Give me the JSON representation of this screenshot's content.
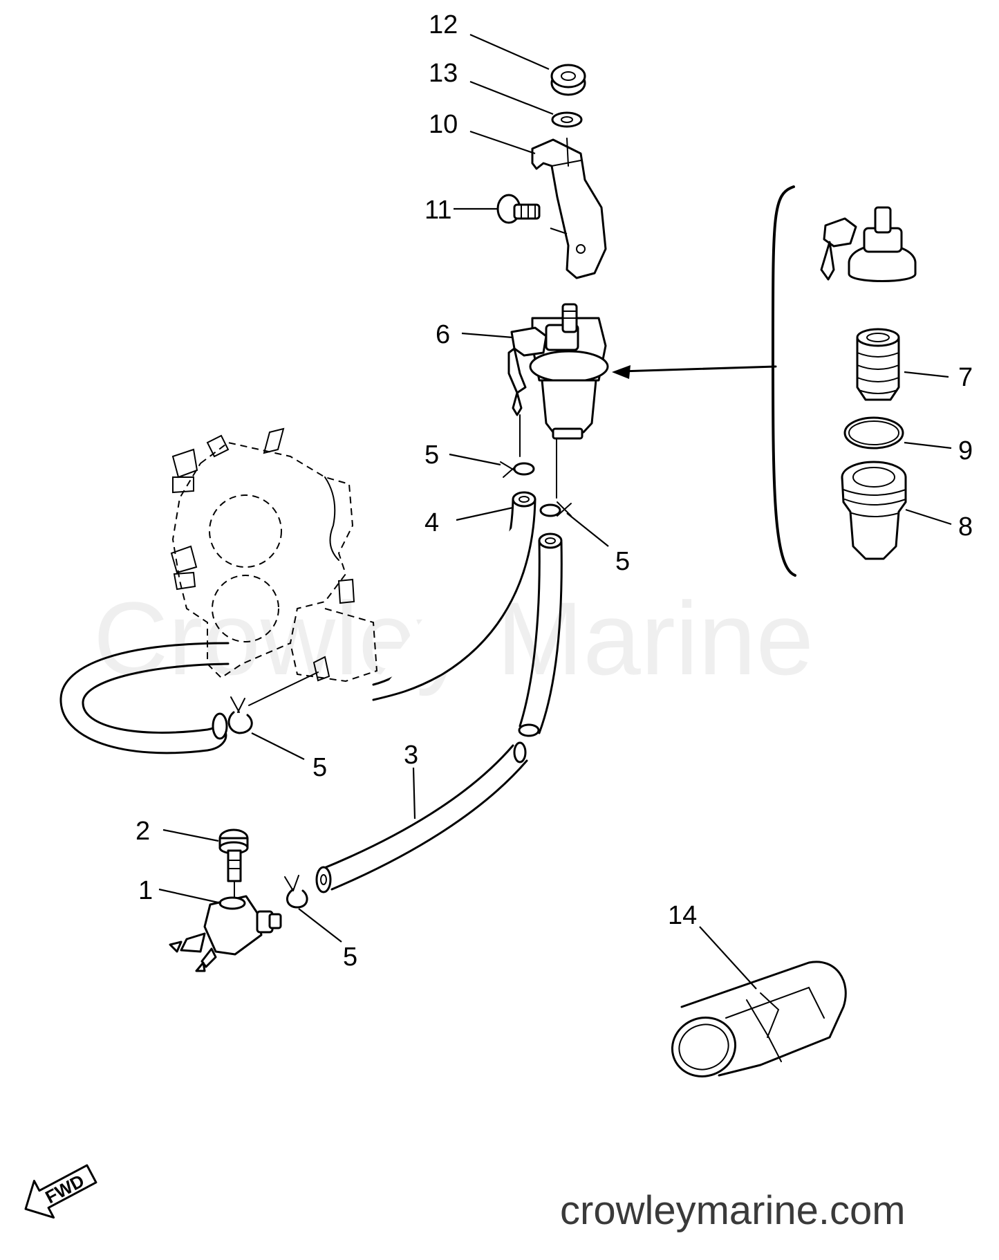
{
  "callouts": [
    {
      "id": "12",
      "label": "12"
    },
    {
      "id": "13",
      "label": "13"
    },
    {
      "id": "10",
      "label": "10"
    },
    {
      "id": "11",
      "label": "11"
    },
    {
      "id": "6",
      "label": "6"
    },
    {
      "id": "7",
      "label": "7"
    },
    {
      "id": "9",
      "label": "9"
    },
    {
      "id": "8",
      "label": "8"
    },
    {
      "id": "5a",
      "label": "5"
    },
    {
      "id": "4",
      "label": "4"
    },
    {
      "id": "5b",
      "label": "5"
    },
    {
      "id": "5c",
      "label": "5"
    },
    {
      "id": "3",
      "label": "3"
    },
    {
      "id": "2",
      "label": "2"
    },
    {
      "id": "1",
      "label": "1"
    },
    {
      "id": "5d",
      "label": "5"
    },
    {
      "id": "14",
      "label": "14"
    }
  ],
  "watermark": "Crowley Marine",
  "site_url": "crowleymarine.com",
  "fwd_label": "FWD"
}
